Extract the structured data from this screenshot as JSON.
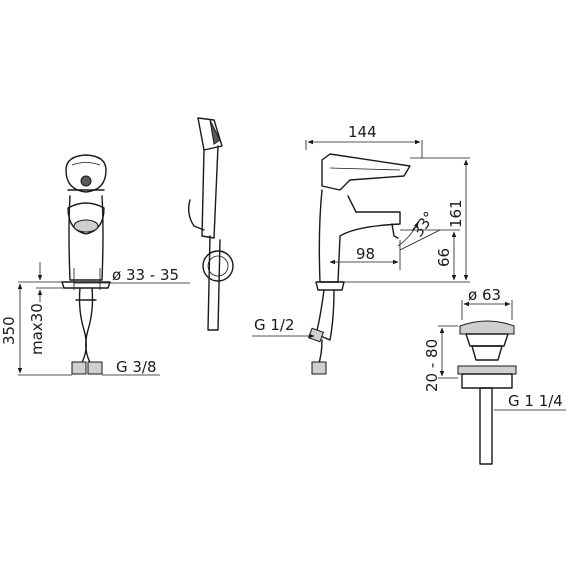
{
  "dimensions": {
    "width_144": "144",
    "height_161": "161",
    "height_66": "66",
    "reach_98": "98",
    "angle_33": "33°",
    "diameter_63": "ø 63",
    "range_20_80": "20 - 80",
    "thread_g114": "G 1 1/4",
    "thread_g12": "G 1/2",
    "thread_g38": "G 3/8",
    "hole_diameter": "ø 33 - 35",
    "length_350": "350",
    "max30": "max30"
  }
}
